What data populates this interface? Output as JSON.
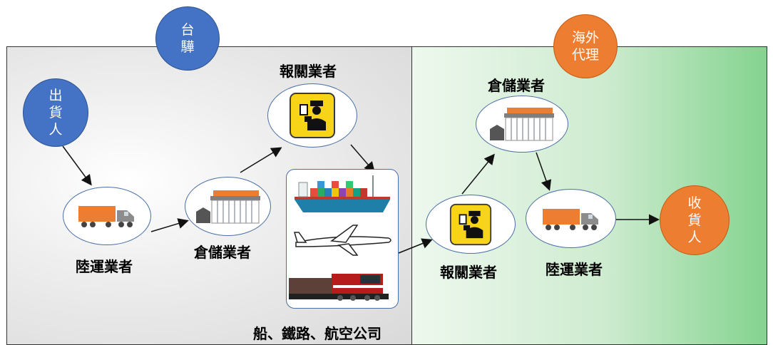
{
  "parties": {
    "taiwan_agent": [
      "台",
      "驊"
    ],
    "overseas_agent": [
      "海外",
      "代理"
    ],
    "shipper": [
      "出",
      "貨",
      "人"
    ],
    "consignee": [
      "收",
      "貨",
      "人"
    ]
  },
  "labels": {
    "trucking_left": "陸運業者",
    "warehouse_left": "倉儲業者",
    "customs_left": "報關業者",
    "carriers": "船、鐵路、航空公司",
    "customs_right": "報關業者",
    "warehouse_right": "倉儲業者",
    "trucking_right": "陸運業者"
  },
  "colors": {
    "blue": "#4472c4",
    "orange": "#ed7d31",
    "left_region": "#d9d9d9",
    "right_region": "#84d38f"
  },
  "icons": [
    "truck-icon",
    "warehouse-icon",
    "customs-officer-icon",
    "ship-icon",
    "airplane-icon",
    "train-icon"
  ]
}
